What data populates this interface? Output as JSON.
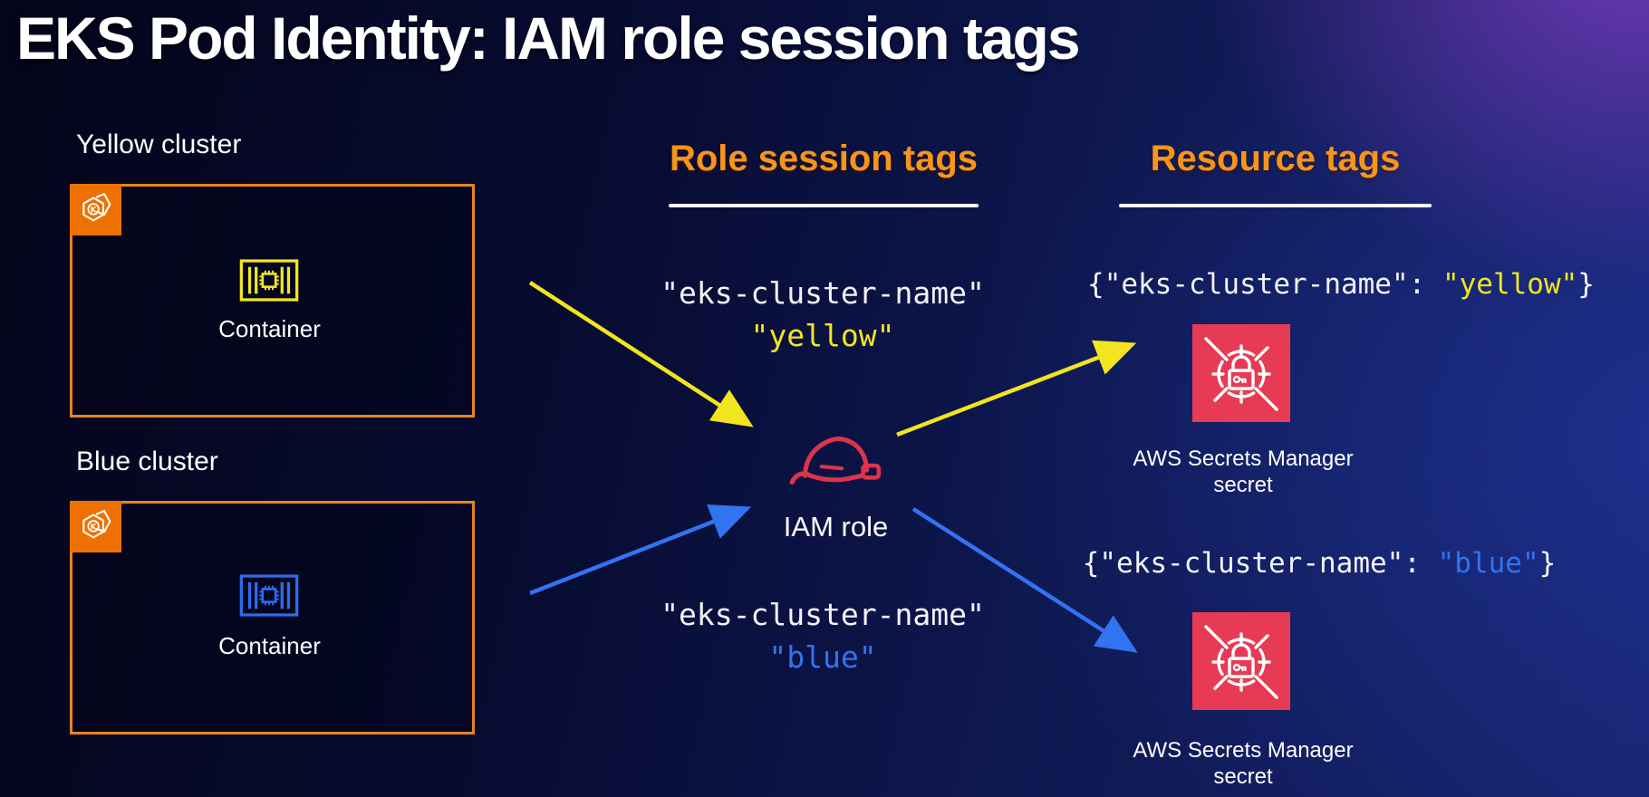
{
  "title": "EKS Pod Identity: IAM role session tags",
  "clusters": [
    {
      "label": "Yellow cluster",
      "container_label": "Container",
      "accent_color": "#f2e51f"
    },
    {
      "label": "Blue cluster",
      "container_label": "Container",
      "accent_color": "#2d6cec"
    }
  ],
  "eks_badge": {
    "letter": "K",
    "background": "#ed7100"
  },
  "columns": [
    {
      "heading": "Role session tags"
    },
    {
      "heading": "Resource tags"
    }
  ],
  "session_tags": [
    {
      "key": "\"eks-cluster-name\"",
      "value": "\"yellow\"",
      "value_color": "#f2e51f"
    },
    {
      "key": "\"eks-cluster-name\"",
      "value": "\"blue\"",
      "value_color": "#3173f1"
    }
  ],
  "iam_role": {
    "label": "IAM role",
    "icon_color": "#dc344c"
  },
  "resource_tags": [
    {
      "prefix": "{\"eks-cluster-name\": ",
      "value": "\"yellow\"",
      "suffix": "}",
      "value_color": "#f2e51f"
    },
    {
      "prefix": "{\"eks-cluster-name\": ",
      "value": "\"blue\"",
      "suffix": "}",
      "value_color": "#3173f1"
    }
  ],
  "secrets": [
    {
      "label_line1": "AWS Secrets Manager",
      "label_line2": "secret"
    },
    {
      "label_line1": "AWS Secrets Manager",
      "label_line2": "secret"
    }
  ],
  "icons": {
    "cluster_badge": "eks-kubernetes-icon",
    "container": "container-chip-icon",
    "iam_role": "hard-hat-icon",
    "secret": "secrets-manager-lock-icon"
  },
  "colors": {
    "background_left": "#04051a",
    "background_right": "#16226a",
    "background_purple_glow": "#7a3cc0",
    "heading_orange": "#f6951a",
    "box_border_orange": "#e8841f",
    "badge_orange": "#ed7100",
    "yellow": "#f2e51f",
    "blue": "#3173f1",
    "iam_red": "#dc344c",
    "secret_red": "#e73b55",
    "text_white": "#ffffff"
  }
}
